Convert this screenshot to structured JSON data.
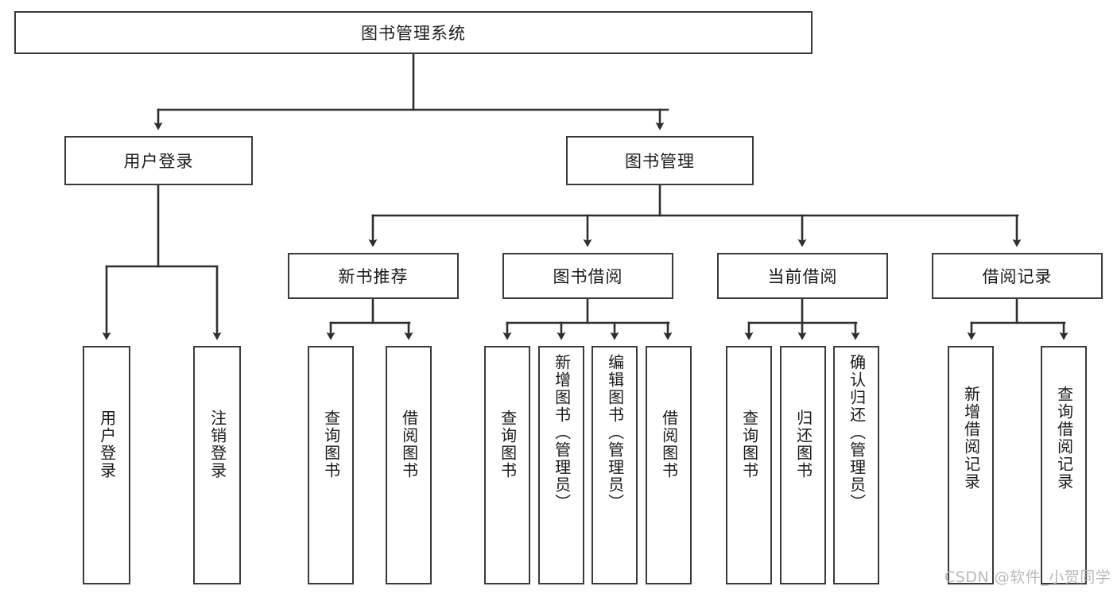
{
  "diagram": {
    "title": "图书管理系统",
    "type": "hierarchy-tree",
    "orientation": "top-down",
    "levels": 4,
    "colors": {
      "box_border": "#3a3a3a",
      "box_fill": "#ffffff",
      "edge": "#2e2e2e",
      "text": "#1a1a1a",
      "watermark": "#b9b9b9"
    }
  },
  "nodes": {
    "root": {
      "label": "图书管理系统"
    },
    "level2": [
      {
        "id": "user-login",
        "label": "用户登录"
      },
      {
        "id": "book-manage",
        "label": "图书管理"
      }
    ],
    "level3": [
      {
        "id": "new-book-recommend",
        "label": "新书推荐"
      },
      {
        "id": "book-borrow",
        "label": "图书借阅"
      },
      {
        "id": "current-borrow",
        "label": "当前借阅"
      },
      {
        "id": "borrow-record",
        "label": "借阅记录"
      }
    ],
    "leaves": [
      {
        "id": "leaf-user-login",
        "label": "用户登录",
        "parent": "user-login"
      },
      {
        "id": "leaf-logout-login",
        "label": "注销登录",
        "parent": "user-login"
      },
      {
        "id": "leaf-query-book-1",
        "label": "查询图书",
        "parent": "new-book-recommend"
      },
      {
        "id": "leaf-borrow-book-1",
        "label": "借阅图书",
        "parent": "new-book-recommend"
      },
      {
        "id": "leaf-query-book-2",
        "label": "查询图书",
        "parent": "book-borrow"
      },
      {
        "id": "leaf-add-book",
        "label": "新增图书（管理员）",
        "parent": "book-borrow"
      },
      {
        "id": "leaf-edit-book",
        "label": "编辑图书（管理员）",
        "parent": "book-borrow"
      },
      {
        "id": "leaf-borrow-book-2",
        "label": "借阅图书",
        "parent": "book-borrow"
      },
      {
        "id": "leaf-query-book-3",
        "label": "查询图书",
        "parent": "current-borrow"
      },
      {
        "id": "leaf-return-book",
        "label": "归还图书",
        "parent": "current-borrow"
      },
      {
        "id": "leaf-confirm-return",
        "label": "确认归还（管理员）",
        "parent": "current-borrow"
      },
      {
        "id": "leaf-add-record",
        "label": "新增借阅记录",
        "parent": "borrow-record"
      },
      {
        "id": "leaf-query-record",
        "label": "查询借阅记录",
        "parent": "borrow-record"
      }
    ]
  },
  "watermark": {
    "text": "CSDN @软件_小贺同学"
  }
}
